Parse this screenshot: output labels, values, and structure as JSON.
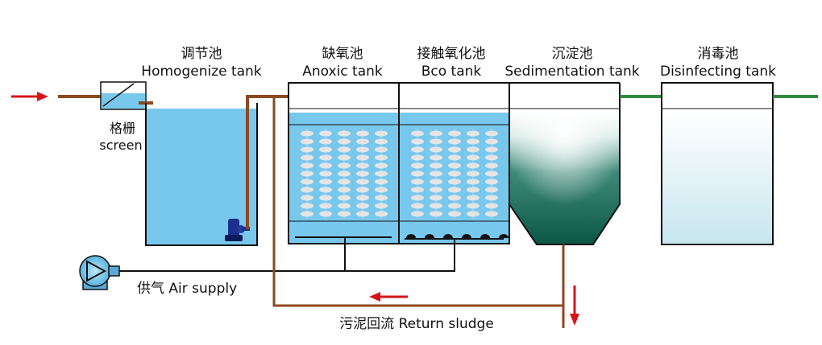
{
  "tanks": {
    "homogenize": {
      "label_cn": "调节池",
      "label_en": "Homogenize tank"
    },
    "anoxic": {
      "label_cn": "缺氧池",
      "label_en": "Anoxic tank"
    },
    "bco": {
      "label_cn": "接触氧化池",
      "label_en": "Bco tank"
    },
    "sedimentation": {
      "label_cn": "沉淀池",
      "label_en": "Sedimentation tank"
    },
    "disinfecting": {
      "label_cn": "消毒池",
      "label_en": "Disinfecting tank"
    }
  },
  "screen": {
    "label_cn": "格栅",
    "label_en": "screen"
  },
  "air_supply": {
    "label": "供气 Air supply"
  },
  "return_sludge": {
    "label": "污泥回流 Return sludge"
  },
  "colors": {
    "pipe_brown": "#8B4A1F",
    "water_blue": "#78C8EE",
    "outlet_green": "#2E8B3E",
    "arrow_red": "#D7141A",
    "sludge_dark": "#0E5C4C"
  }
}
